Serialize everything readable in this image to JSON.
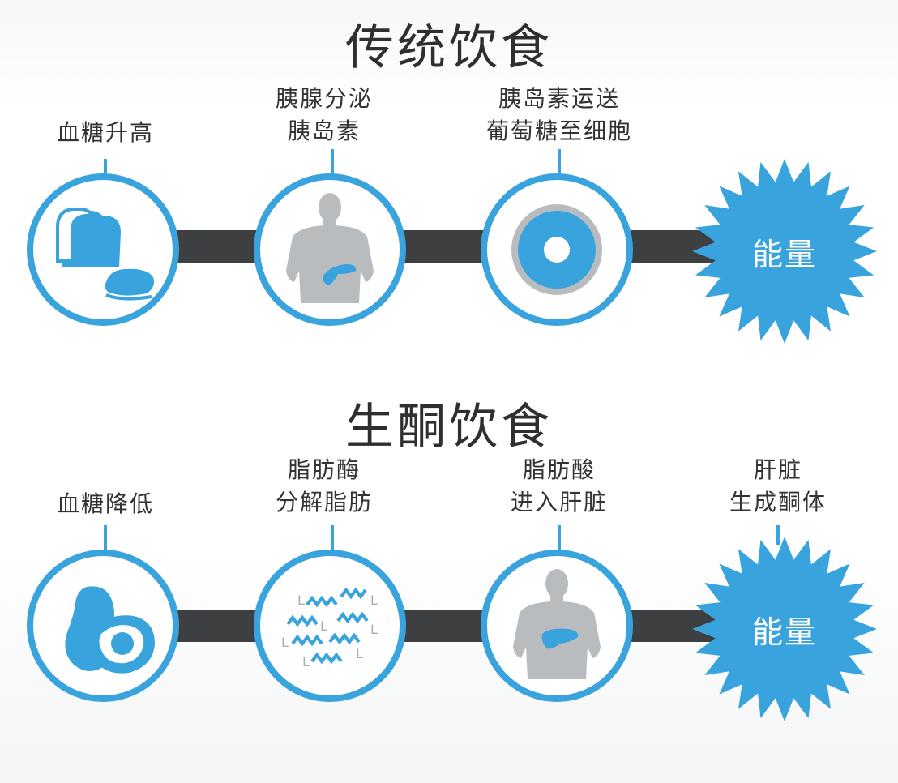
{
  "colors": {
    "accent_blue": "#39a3dd",
    "bar_dark": "#3d3f41",
    "silhouette_gray": "#b9bcbf",
    "wave_blue": "#39a3dd",
    "wave_gray": "#a9adb1"
  },
  "traditional": {
    "title": "传统饮食",
    "steps": [
      {
        "lines": [
          "血糖升高"
        ],
        "icon": "bread-icon"
      },
      {
        "lines": [
          "胰腺分泌",
          "胰岛素"
        ],
        "icon": "body-pancreas-icon"
      },
      {
        "lines": [
          "胰岛素运送",
          "葡萄糖至细胞"
        ],
        "icon": "cell-icon"
      }
    ],
    "result": "能量"
  },
  "keto": {
    "title": "生酮饮食",
    "steps": [
      {
        "lines": [
          "血糖降低"
        ],
        "icon": "avocado-icon"
      },
      {
        "lines": [
          "脂肪酶",
          "分解脂肪"
        ],
        "icon": "fat-breakdown-icon"
      },
      {
        "lines": [
          "脂肪酸",
          "进入肝脏"
        ],
        "icon": "body-liver-icon"
      }
    ],
    "result_label": [
      "肝脏",
      "生成酮体"
    ],
    "result": "能量"
  }
}
